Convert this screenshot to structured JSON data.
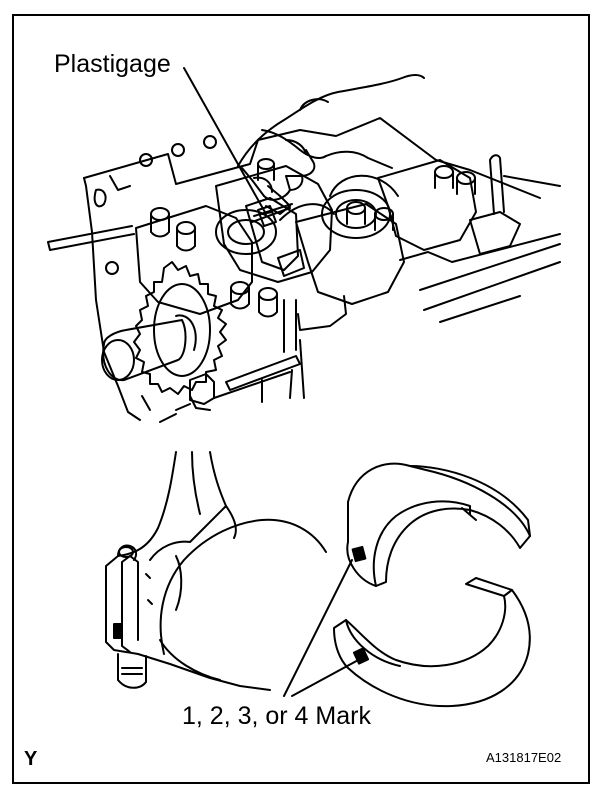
{
  "labels": {
    "plastigage": "Plastigage",
    "mark": "1, 2, 3, or 4 Mark",
    "view_letter": "Y",
    "figure_code": "A131817E02"
  },
  "colors": {
    "line": "#000000",
    "background": "#ffffff",
    "fill": "#ffffff"
  }
}
